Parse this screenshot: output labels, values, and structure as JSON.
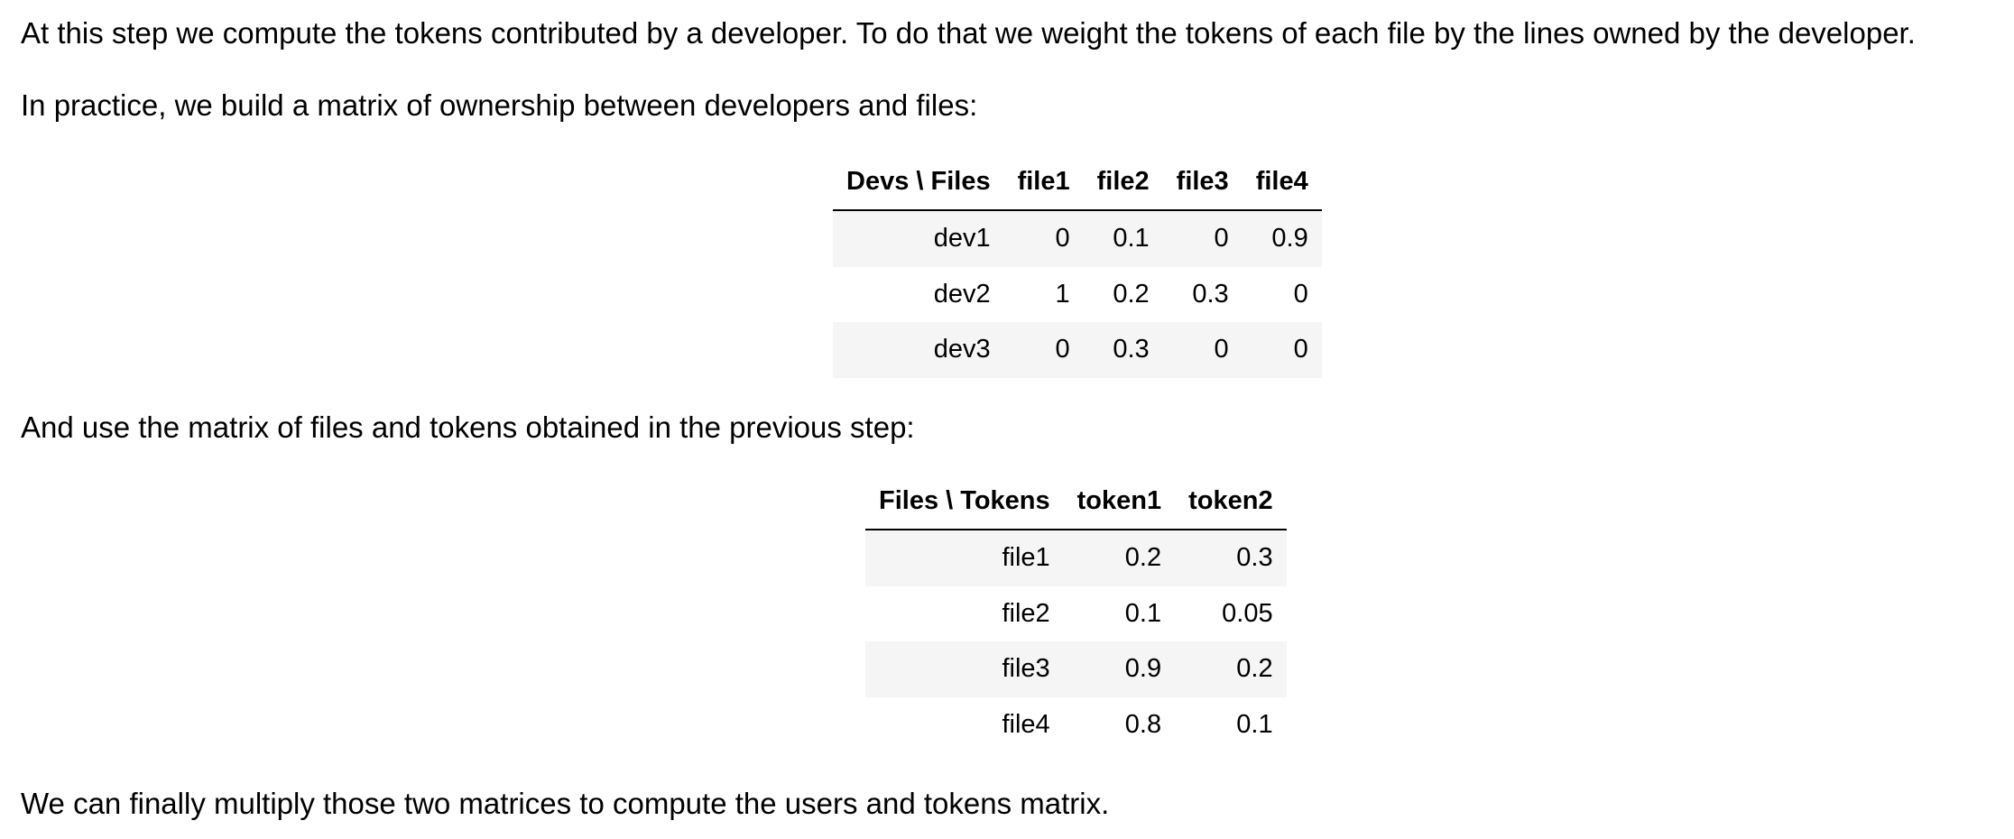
{
  "paragraphs": {
    "p1": "At this step we compute the tokens contributed by a developer. To do that we weight the tokens of each file by the lines owned by the developer.",
    "p2": "In practice, we build a matrix of ownership between developers and files:",
    "p3": "And use the matrix of files and tokens obtained in the previous step:",
    "p4": "We can finally multiply those two matrices to compute the users and tokens matrix."
  },
  "ownership_table": {
    "headers": [
      "Devs \\ Files",
      "file1",
      "file2",
      "file3",
      "file4"
    ],
    "rows": [
      [
        "dev1",
        "0",
        "0.1",
        "0",
        "0.9"
      ],
      [
        "dev2",
        "1",
        "0.2",
        "0.3",
        "0"
      ],
      [
        "dev3",
        "0",
        "0.3",
        "0",
        "0"
      ]
    ]
  },
  "tokens_table": {
    "headers": [
      "Files \\ Tokens",
      "token1",
      "token2"
    ],
    "rows": [
      [
        "file1",
        "0.2",
        "0.3"
      ],
      [
        "file2",
        "0.1",
        "0.05"
      ],
      [
        "file3",
        "0.9",
        "0.2"
      ],
      [
        "file4",
        "0.8",
        "0.1"
      ]
    ]
  }
}
